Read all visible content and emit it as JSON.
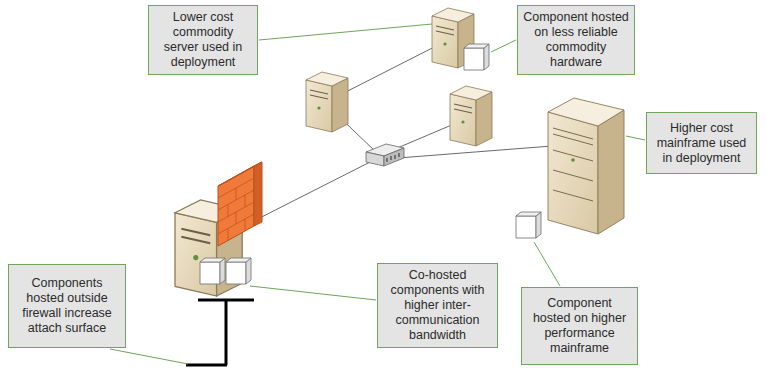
{
  "diagram": {
    "nodes": [
      {
        "text": [
          "Lower cost commodity server used in deployment"
        ]
      },
      {
        "text": [
          "Component hosted on less reliable commodity hardware"
        ]
      },
      {
        "text": [
          "Higher cost mainframe used in deployment"
        ]
      },
      {
        "text": [
          "Components hosted outside firewall increase attach surface"
        ]
      },
      {
        "text": [
          "Co-hosted components with higher inter-communication bandwidth"
        ]
      },
      {
        "text": [
          "Component hosted on higher performance mainframe"
        ]
      }
    ]
  }
}
